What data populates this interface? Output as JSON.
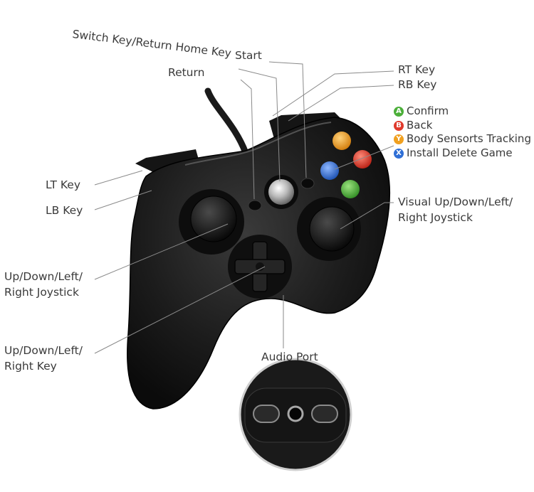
{
  "labels": {
    "switch_key": "Switch Key/Return Home Key",
    "start": "Start",
    "return": "Return",
    "rt_key": "RT Key",
    "rb_key": "RB Key",
    "lt_key": "LT Key",
    "lb_key": "LB Key",
    "left_joystick_line1": "Up/Down/Left/",
    "left_joystick_line2": "Right Joystick",
    "dpad_line1": "Up/Down/Left/",
    "dpad_line2": "Right Key",
    "visual_joystick_line1": "Visual Up/Down/Left/",
    "visual_joystick_line2": "Right Joystick",
    "audio_port": "Audio Port"
  },
  "legend": [
    {
      "letter": "A",
      "text": "Confirm",
      "color": "#4caf3a"
    },
    {
      "letter": "B",
      "text": "Back",
      "color": "#e03a2c"
    },
    {
      "letter": "Y",
      "text": "Body Sensorts Tracking",
      "color": "#f0a020"
    },
    {
      "letter": "X",
      "text": "Install Delete Game",
      "color": "#2f6fd6"
    }
  ],
  "colors": {
    "controller": "#1b1b1b",
    "line": "#8a8a8a",
    "button_a": "#4caf3a",
    "button_b": "#e03a2c",
    "button_x": "#2f6fd6",
    "button_y": "#f0a020"
  }
}
